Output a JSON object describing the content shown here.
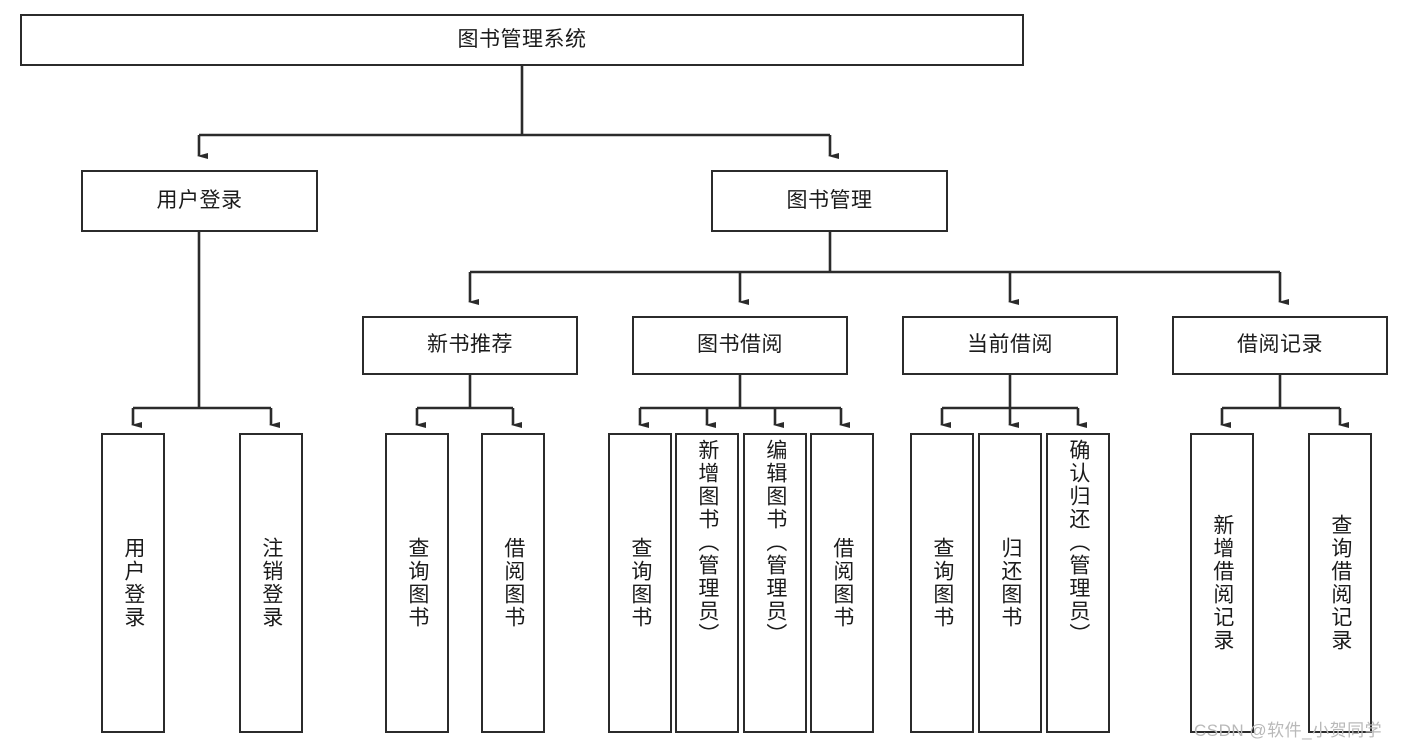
{
  "diagram": {
    "type": "tree-hierarchy",
    "title": "图书管理系统",
    "theme": {
      "background": "#ffffff",
      "border": "#2b2b2b",
      "text": "#1b1b1b",
      "watermark": "#b9b9b9"
    },
    "nodes": {
      "root": {
        "label": "图书管理系统"
      },
      "level2": [
        {
          "id": "user-login",
          "label": "用户登录"
        },
        {
          "id": "book-manage",
          "label": "图书管理"
        }
      ],
      "level3": [
        {
          "id": "new-book-recommend",
          "label": "新书推荐"
        },
        {
          "id": "book-borrow",
          "label": "图书借阅"
        },
        {
          "id": "current-borrow",
          "label": "当前借阅"
        },
        {
          "id": "borrow-record",
          "label": "借阅记录"
        }
      ],
      "leaves": {
        "user_login": [
          {
            "id": "leaf-user-login",
            "label": "用户登录"
          },
          {
            "id": "leaf-user-logout",
            "label": "注销登录"
          }
        ],
        "new_book_recommend": [
          {
            "id": "leaf-query-book-1",
            "label": "查询图书"
          },
          {
            "id": "leaf-borrow-book-1",
            "label": "借阅图书"
          }
        ],
        "book_borrow": [
          {
            "id": "leaf-query-book-2",
            "label": "查询图书"
          },
          {
            "id": "leaf-add-book",
            "label": "新增图书（管理员）"
          },
          {
            "id": "leaf-edit-book",
            "label": "编辑图书（管理员）"
          },
          {
            "id": "leaf-borrow-book-2",
            "label": "借阅图书"
          }
        ],
        "current_borrow": [
          {
            "id": "leaf-query-book-3",
            "label": "查询图书"
          },
          {
            "id": "leaf-return-book",
            "label": "归还图书"
          },
          {
            "id": "leaf-confirm-return",
            "label": "确认归还（管理员）"
          }
        ],
        "borrow_record": [
          {
            "id": "leaf-add-record",
            "label": "新增借阅记录"
          },
          {
            "id": "leaf-query-record",
            "label": "查询借阅记录"
          }
        ]
      }
    },
    "watermark": "CSDN @软件_小贺同学"
  }
}
